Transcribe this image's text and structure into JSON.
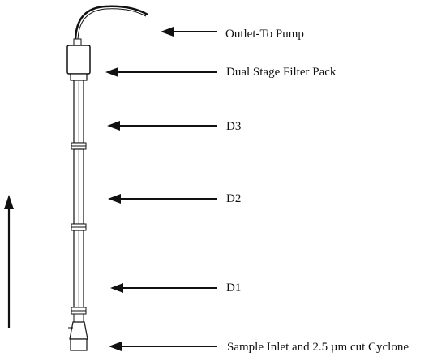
{
  "labels": {
    "outlet": "Outlet-To Pump",
    "filter_pack": "Dual Stage Filter Pack",
    "d3": "D3",
    "d2": "D2",
    "d1": "D1",
    "inlet": "Sample Inlet and 2.5 µm cut Cyclone"
  },
  "colors": {
    "ink": "#111111",
    "background": "#ffffff"
  }
}
